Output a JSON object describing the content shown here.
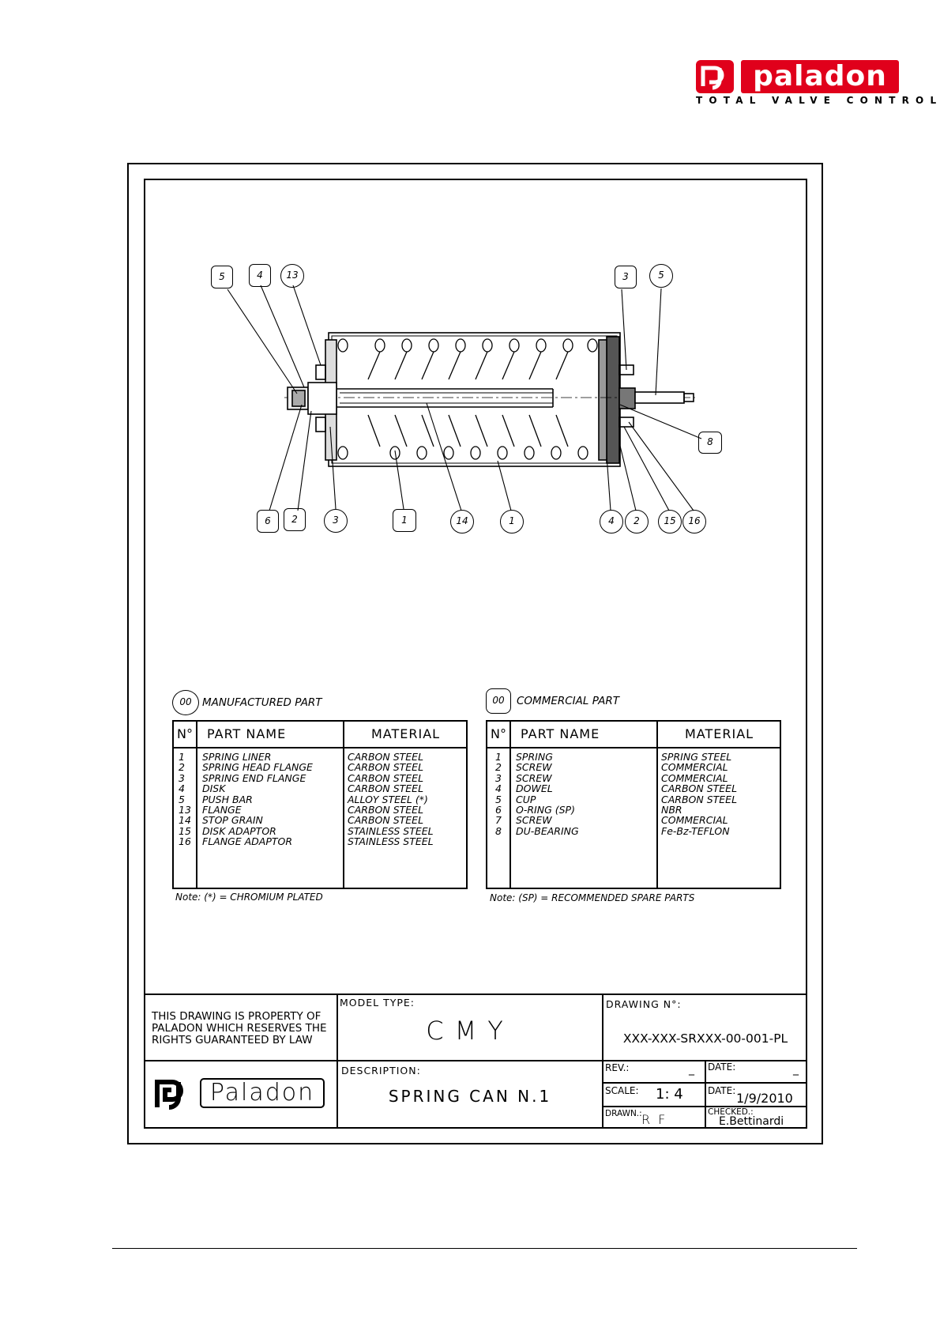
{
  "brand": {
    "name": "paladon",
    "tagline": "TOTAL VALVE CONTROL",
    "color": "#e0001b"
  },
  "diagram": {
    "balloons_top_left": [
      "5",
      "4",
      "13"
    ],
    "balloons_top_right": [
      "3",
      "5"
    ],
    "balloon_right": "8",
    "balloons_bottom": [
      "6",
      "2",
      "3",
      "1",
      "14",
      "1",
      "4",
      "2",
      "15",
      "16"
    ]
  },
  "manufactured": {
    "legend_code": "00",
    "legend_label": "MANUFACTURED PART",
    "col_no": "N°",
    "col_name": "PART NAME",
    "col_material": "MATERIAL",
    "rows": [
      {
        "no": "1",
        "name": "SPRING LINER",
        "material": "CARBON STEEL"
      },
      {
        "no": "2",
        "name": "SPRING HEAD FLANGE",
        "material": "CARBON STEEL"
      },
      {
        "no": "3",
        "name": "SPRING END FLANGE",
        "material": "CARBON STEEL"
      },
      {
        "no": "4",
        "name": "DISK",
        "material": "CARBON STEEL"
      },
      {
        "no": "5",
        "name": "PUSH BAR",
        "material": "ALLOY STEEL (*)"
      },
      {
        "no": "13",
        "name": "FLANGE",
        "material": "CARBON STEEL"
      },
      {
        "no": "14",
        "name": "STOP GRAIN",
        "material": "CARBON STEEL"
      },
      {
        "no": "15",
        "name": "DISK ADAPTOR",
        "material": "STAINLESS STEEL"
      },
      {
        "no": "16",
        "name": "FLANGE ADAPTOR",
        "material": "STAINLESS STEEL"
      }
    ],
    "note": "Note: (*) = CHROMIUM PLATED"
  },
  "commercial": {
    "legend_code": "00",
    "legend_label": "COMMERCIAL PART",
    "col_no": "N°",
    "col_name": "PART NAME",
    "col_material": "MATERIAL",
    "rows": [
      {
        "no": "1",
        "name": "SPRING",
        "material": "SPRING STEEL"
      },
      {
        "no": "2",
        "name": "SCREW",
        "material": "COMMERCIAL"
      },
      {
        "no": "3",
        "name": "SCREW",
        "material": "COMMERCIAL"
      },
      {
        "no": "4",
        "name": "DOWEL",
        "material": "CARBON STEEL"
      },
      {
        "no": "5",
        "name": "CUP",
        "material": "CARBON STEEL"
      },
      {
        "no": "6",
        "name": "O-RING (SP)",
        "material": "NBR"
      },
      {
        "no": "7",
        "name": "SCREW",
        "material": "COMMERCIAL"
      },
      {
        "no": "8",
        "name": "DU-BEARING",
        "material": "Fe-Bz-TEFLON"
      }
    ],
    "note": "Note: (SP) = RECOMMENDED SPARE PARTS"
  },
  "title_block": {
    "property_notice": [
      "THIS DRAWING IS PROPERTY OF",
      "PALADON WHICH RESERVES THE",
      "RIGHTS GUARANTEED BY LAW"
    ],
    "model_type_label": "MODEL TYPE:",
    "model_type": "CMY",
    "drawing_no_label": "DRAWING N°:",
    "drawing_no": "XXX-XXX-SRXXX-00-001-PL",
    "company": "Paladon",
    "description_label": "DESCRIPTION:",
    "description": "SPRING CAN N.1",
    "rev_label": "REV.:",
    "rev": "_",
    "date_label_1": "DATE:",
    "date_1": "_",
    "scale_label": "SCALE:",
    "scale": "1: 4",
    "date_label_2": "DATE:",
    "date_2": "1/9/2010",
    "drawn_label": "DRAWN.:",
    "drawn": "RF",
    "checked_label": "CHECKED.:",
    "checked": "E.Bettinardi"
  }
}
